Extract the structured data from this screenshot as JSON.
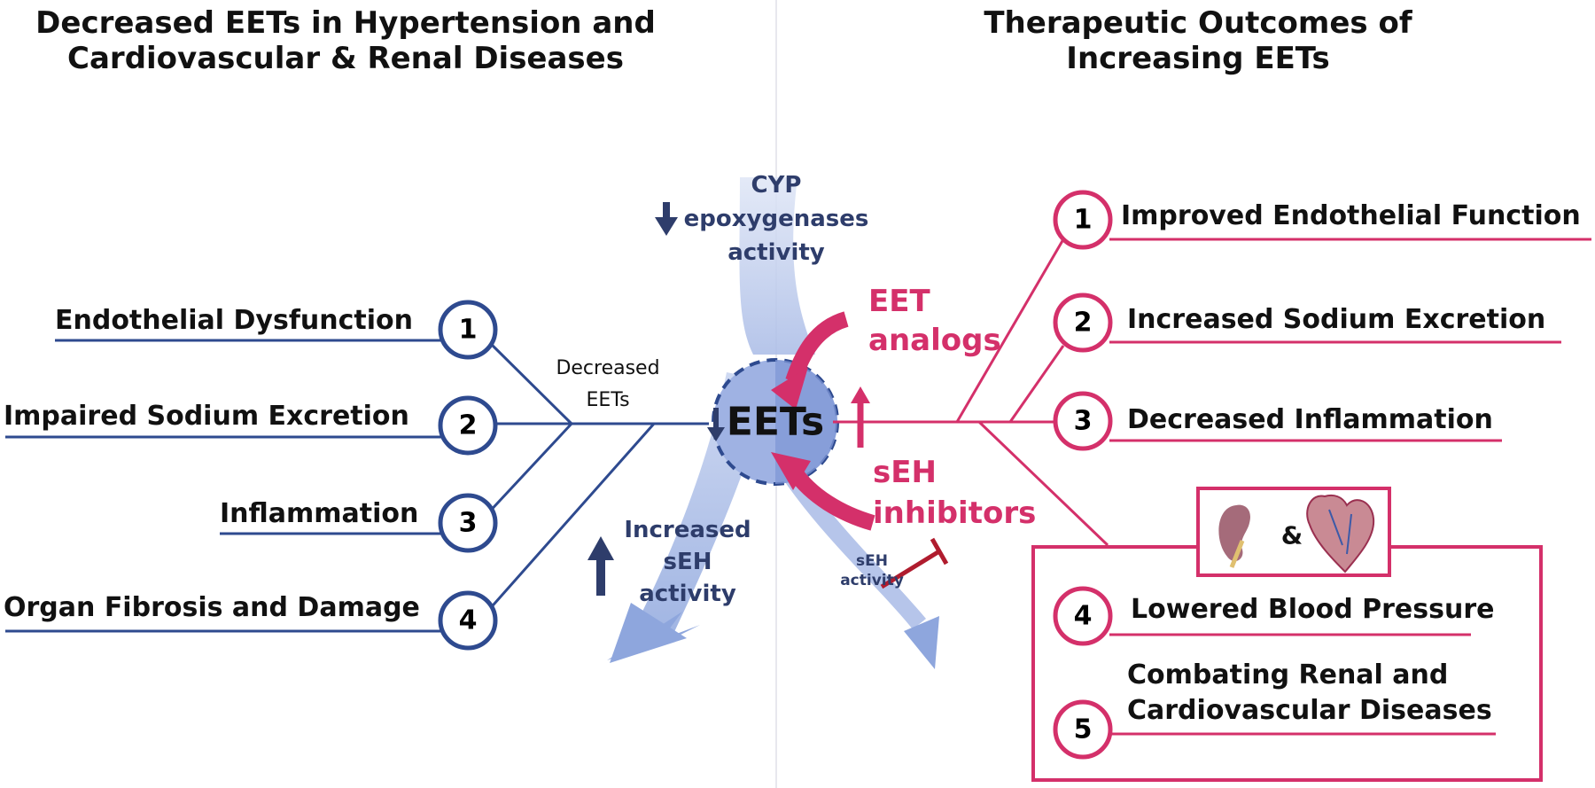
{
  "left_title": [
    "Decreased EETs in Hypertension and",
    "Cardiovascular & Renal Diseases"
  ],
  "right_title": [
    "Therapeutic Outcomes of",
    "Increasing EETs"
  ],
  "left_items": [
    {
      "num": "1",
      "label": "Endothelial Dysfunction"
    },
    {
      "num": "2",
      "label": "Impaired Sodium Excretion"
    },
    {
      "num": "3",
      "label": "Inflammation"
    },
    {
      "num": "4",
      "label": "Organ Fibrosis and Damage"
    }
  ],
  "right_items": [
    {
      "num": "1",
      "label": "Improved Endothelial Function"
    },
    {
      "num": "2",
      "label": "Increased Sodium Excretion"
    },
    {
      "num": "3",
      "label": "Decreased Inflammation"
    },
    {
      "num": "4",
      "label": "Lowered Blood Pressure"
    },
    {
      "num": "5",
      "label_line1": "Combating Renal and",
      "label_line2": "Cardiovascular Diseases"
    }
  ],
  "center": {
    "eets": "EETs",
    "decreased_eets": [
      "Decreased",
      "EETs"
    ],
    "cyp": [
      "CYP",
      "epoxygenases",
      "activity"
    ],
    "increased_seh": [
      "Increased",
      "sEH",
      "activity"
    ],
    "eet_analogs": [
      "EET",
      "analogs"
    ],
    "seh_inhibitors": [
      "sEH",
      "inhibitors"
    ],
    "seh_activity_small": [
      "sEH",
      "activity"
    ],
    "ampersand": "&"
  },
  "colors": {
    "navy": "#2e4a8f",
    "crimson": "#d4306a",
    "light_blue": "#aabde8"
  }
}
